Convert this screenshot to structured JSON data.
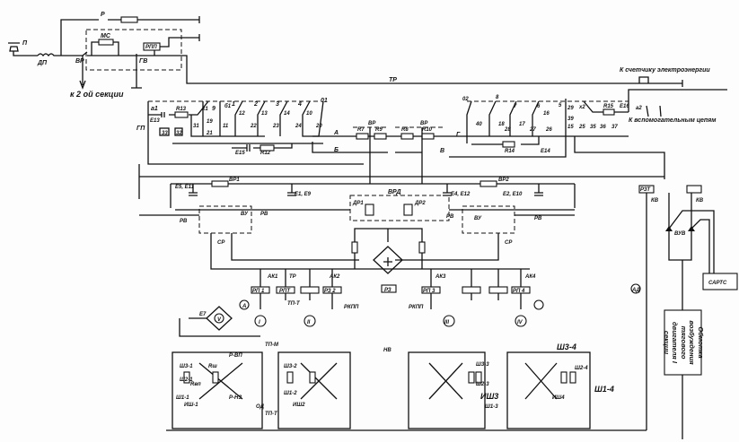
{
  "title_top": {
    "p": "П",
    "dp": "ДП",
    "vr": "ВР",
    "ms": "МС",
    "rpp": "РПП",
    "gv": "ГВ",
    "r": "Р",
    "to_section": "к 2 ой секции",
    "tr": "ТР",
    "meter": "К счетчику электроэнергии"
  },
  "left_block": {
    "gp": "ГП",
    "a1": "а1",
    "e13": "Е13",
    "r13": "R13",
    "x1": "х1",
    "n9": "9",
    "b1": "б1",
    "o1": "01",
    "n33": "33",
    "n32": "32",
    "n31": "31",
    "n19": "19",
    "n21": "21",
    "n11": "11",
    "n1": "1",
    "n2": "2",
    "n3": "3",
    "n4": "4",
    "n12": "12",
    "n13": "13",
    "n14": "14",
    "n10": "10",
    "n22": "22",
    "n23": "23",
    "n24": "24",
    "n20": "20",
    "e15": "Е15",
    "r12": "R12",
    "a": "А",
    "b": "Б"
  },
  "mid_block": {
    "vr1": "ВР",
    "r7": "R7",
    "r9": "R9",
    "vr2": "ВР",
    "r8": "R8",
    "r10": "R10",
    "g": "Г",
    "v": "В"
  },
  "right_block": {
    "o2": "02",
    "n8": "8",
    "n7": "7",
    "n6": "6",
    "n5": "5",
    "x2": "х2",
    "r15": "R15",
    "e16": "Е16",
    "a2": "а2",
    "aux": "К вспомогательным цепям",
    "n40": "40",
    "n18": "18",
    "n17": "17",
    "n16": "16",
    "n29": "29",
    "n39": "39",
    "n15": "15",
    "n25": "25",
    "n35": "35",
    "n36": "36",
    "n37": "37",
    "n26": "26",
    "n27": "27",
    "n28": "28",
    "r14": "R14",
    "e14": "Е14"
  },
  "middle": {
    "e5e11": "Е5, Е11",
    "e1e9": "Е1, Е9",
    "e4e12": "Е4, Е12",
    "e2e10": "Е2, Е10",
    "vr_a": "ВР1",
    "vr_b": "ВР2",
    "vrd": "ВРД",
    "dr1": "ДР1",
    "dr2": "ДР2",
    "rv1": "РВ",
    "rv2": "РВ",
    "rv3": "РВ",
    "rv4": "РВ",
    "vu1": "ВУ",
    "vu2": "ВУ",
    "sr1": "СР",
    "sr2": "СР",
    "rz": "РЗ"
  },
  "relays": {
    "ak1": "АК1",
    "ak2": "АК2",
    "ak3": "АК3",
    "ak4": "АК4",
    "tr": "ТР",
    "ru1": "РП 1",
    "ru2": "РЗ 2",
    "ru3": "РП 3",
    "ru4": "РП 4",
    "rpt": "РПТ",
    "tp1": "ТП-Т",
    "rkp1": "РКПП",
    "rkp2": "РКПП",
    "e7": "Е7",
    "m1": "I",
    "m2": "II",
    "m3": "III",
    "m4": "IV",
    "amp": "A",
    "volt": "V",
    "kv": "КВ",
    "rzt": "РЗТ",
    "kv_label": "КВ",
    "nv": "НВ"
  },
  "bottom": {
    "tpm": "ТП-М",
    "tpt": "ТП-Т",
    "rvp": "Р-ВП",
    "rnz": "Р-НЗ",
    "od": "ОД",
    "sh1": "Ш1-1",
    "sh2": "Ш2-1",
    "sh3": "Ш3-1",
    "ish1": "ИШ-1",
    "ish2": "ИШ2",
    "ish3": "ИШ3",
    "ish4": "ИШ4",
    "sh32": "Ш3-2",
    "sh12": "Ш1-2",
    "sh33": "Ш3-3",
    "sh23": "Ш2-3",
    "sh13": "Ш1-3",
    "sh34": "Ш3-4",
    "sh24": "Ш2-4",
    "sh14": "Ш1-4",
    "rsh": "Rш",
    "rvsh": "Rвп"
  },
  "right_side": {
    "vuv": "ВУВ",
    "sarts": "САРТС",
    "ad": "АД",
    "winding": "Обмотка возбуждения тягового двигателя I секции"
  }
}
